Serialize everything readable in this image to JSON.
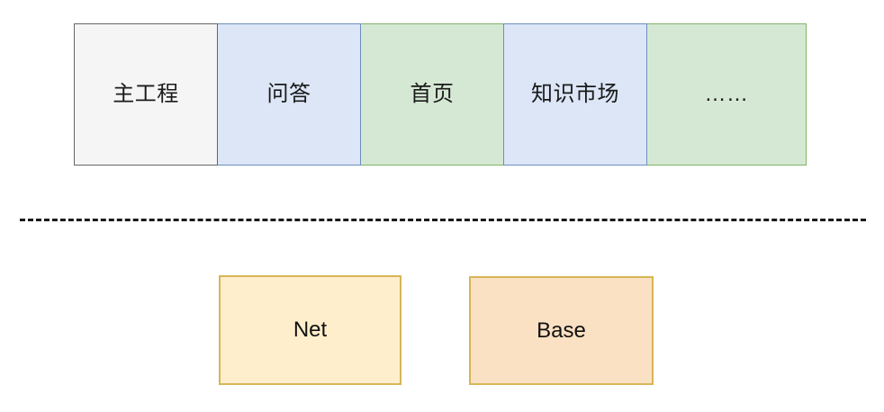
{
  "diagram": {
    "title": "",
    "colors": {
      "gray_fill": "#f5f5f5",
      "gray_stroke": "#666666",
      "blue_fill": "#dce6f7",
      "blue_stroke": "#6c8ebf",
      "green_fill": "#d5e8d4",
      "green_stroke": "#82b366",
      "net_fill": "#ffeecc",
      "base_fill": "#fae1c3",
      "orange_stroke": "#d6b656",
      "separator": "#1a1a1a"
    },
    "module_row": {
      "cells": [
        {
          "label": "主工程",
          "theme": "gray"
        },
        {
          "label": "问答",
          "theme": "blue"
        },
        {
          "label": "首页",
          "theme": "green"
        },
        {
          "label": "知识市场",
          "theme": "blue"
        },
        {
          "label": "……",
          "theme": "green"
        }
      ]
    },
    "separator": {
      "style": "dashed"
    },
    "layer_row": {
      "boxes": [
        {
          "label": "Net",
          "theme": "net"
        },
        {
          "label": "Base",
          "theme": "base"
        }
      ]
    }
  }
}
